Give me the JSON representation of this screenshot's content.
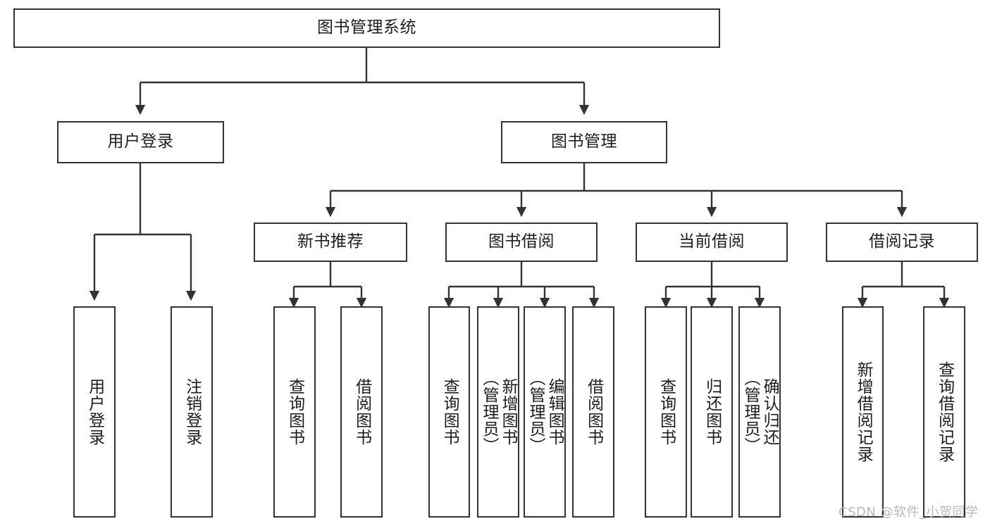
{
  "diagram": {
    "title": "图书管理系统",
    "type": "tree-hierarchy-functional-structure",
    "root": {
      "label": "图书管理系统"
    },
    "level1": [
      {
        "label": "用户登录"
      },
      {
        "label": "图书管理"
      }
    ],
    "level2": [
      {
        "label": "新书推荐",
        "parent": "图书管理"
      },
      {
        "label": "图书借阅",
        "parent": "图书管理"
      },
      {
        "label": "当前借阅",
        "parent": "图书管理"
      },
      {
        "label": "借阅记录",
        "parent": "图书管理"
      }
    ],
    "leaves": {
      "user_login": [
        {
          "label": "用户登录"
        },
        {
          "label": "注销登录"
        }
      ],
      "new_book_recommend": [
        {
          "label": "查询图书"
        },
        {
          "label": "借阅图书"
        }
      ],
      "book_borrow": [
        {
          "label": "查询图书"
        },
        {
          "label": "新增图书\n（管理员）"
        },
        {
          "label": "编辑图书\n（管理员）"
        },
        {
          "label": "借阅图书"
        }
      ],
      "current_borrow": [
        {
          "label": "查询图书"
        },
        {
          "label": "归还图书"
        },
        {
          "label": "确认归还\n（管理员）"
        }
      ],
      "borrow_record": [
        {
          "label": "新增借阅记录"
        },
        {
          "label": "查询借阅记录"
        }
      ]
    }
  },
  "watermark": {
    "text": "CSDN @软件_小贺同学"
  },
  "colors": {
    "stroke": "#333333",
    "box_fill": "#ffffff",
    "text": "#1d1d1d",
    "watermark": "#b9b9b9",
    "background": "#ffffff"
  }
}
